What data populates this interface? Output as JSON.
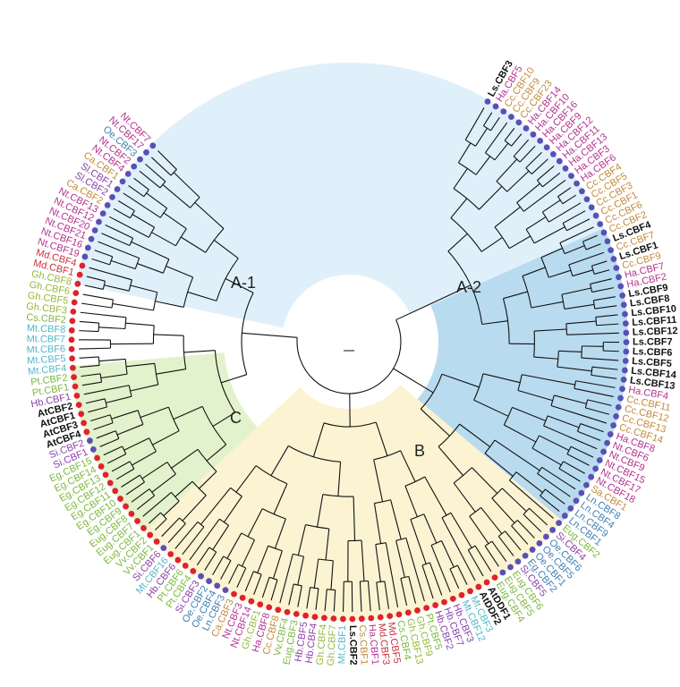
{
  "clade_labels": {
    "a1": "A-1",
    "a2": "A-2",
    "b": "B",
    "c": "C"
  },
  "colors": {
    "sector_a1": "#e0f0fa",
    "sector_a2": "#b9dbef",
    "sector_b": "#fbf3d2",
    "sector_c": "#e2f2cc",
    "dot_red": "#e0222b",
    "dot_blue": "#5b4fb5",
    "branch": "#111111"
  },
  "leaves": [
    {
      "text": "Ls.CBF3",
      "color": "#111111",
      "bold": true,
      "dot": "#5b4fb5"
    },
    {
      "text": "Ha.CBF5",
      "color": "#b3318f",
      "bold": false,
      "dot": "#5b4fb5"
    },
    {
      "text": "Cc.CBF10",
      "color": "#c28a3a",
      "bold": false,
      "dot": "#5b4fb5"
    },
    {
      "text": "Cc.CBF9",
      "color": "#c28a3a",
      "bold": false,
      "dot": "#5b4fb5"
    },
    {
      "text": "Cc.CBF23",
      "color": "#c28a3a",
      "bold": false,
      "dot": "#5b4fb5"
    },
    {
      "text": "Ha.CBF14",
      "color": "#b3318f",
      "bold": false,
      "dot": "#5b4fb5"
    },
    {
      "text": "Ha.CBF10",
      "color": "#b3318f",
      "bold": false,
      "dot": "#5b4fb5"
    },
    {
      "text": "Ha.CBF16",
      "color": "#b3318f",
      "bold": false,
      "dot": "#5b4fb5"
    },
    {
      "text": "Ha.CBF9",
      "color": "#b3318f",
      "bold": false,
      "dot": "#5b4fb5"
    },
    {
      "text": "Ha.CBF12",
      "color": "#b3318f",
      "bold": false,
      "dot": "#5b4fb5"
    },
    {
      "text": "Ha.CBF11",
      "color": "#b3318f",
      "bold": false,
      "dot": "#5b4fb5"
    },
    {
      "text": "Ha.CBF13",
      "color": "#b3318f",
      "bold": false,
      "dot": "#5b4fb5"
    },
    {
      "text": "Ha.CBF3",
      "color": "#b3318f",
      "bold": false,
      "dot": "#5b4fb5"
    },
    {
      "text": "Ha.CBF6",
      "color": "#b3318f",
      "bold": false,
      "dot": "#5b4fb5"
    },
    {
      "text": "Cc.CBF4",
      "color": "#c28a3a",
      "bold": false,
      "dot": "#5b4fb5"
    },
    {
      "text": "Cc.CBF5",
      "color": "#c28a3a",
      "bold": false,
      "dot": "#5b4fb5"
    },
    {
      "text": "Cc.CBF3",
      "color": "#c28a3a",
      "bold": false,
      "dot": "#5b4fb5"
    },
    {
      "text": "Cc.CBF1",
      "color": "#c28a3a",
      "bold": false,
      "dot": "#5b4fb5"
    },
    {
      "text": "Cc.CBF6",
      "color": "#c28a3a",
      "bold": false,
      "dot": "#5b4fb5"
    },
    {
      "text": "Cc.CBF2",
      "color": "#c28a3a",
      "bold": false,
      "dot": "#5b4fb5"
    },
    {
      "text": "Ls.CBF4",
      "color": "#111111",
      "bold": true,
      "dot": "#5b4fb5"
    },
    {
      "text": "Cc.CBF7",
      "color": "#c28a3a",
      "bold": false,
      "dot": "#5b4fb5"
    },
    {
      "text": "Ls.CBF1",
      "color": "#111111",
      "bold": true,
      "dot": "#5b4fb5"
    },
    {
      "text": "Cc.CBF9",
      "color": "#c28a3a",
      "bold": false,
      "dot": "#5b4fb5"
    },
    {
      "text": "Ha.CBF7",
      "color": "#b3318f",
      "bold": false,
      "dot": "#5b4fb5"
    },
    {
      "text": "Ha.CBF2",
      "color": "#b3318f",
      "bold": false,
      "dot": "#5b4fb5"
    },
    {
      "text": "Ls.CBF9",
      "color": "#111111",
      "bold": true,
      "dot": "#5b4fb5"
    },
    {
      "text": "Ls.CBF8",
      "color": "#111111",
      "bold": true,
      "dot": "#5b4fb5"
    },
    {
      "text": "Ls.CBF10",
      "color": "#111111",
      "bold": true,
      "dot": "#5b4fb5"
    },
    {
      "text": "Ls.CBF11",
      "color": "#111111",
      "bold": true,
      "dot": "#5b4fb5"
    },
    {
      "text": "Ls.CBF12",
      "color": "#111111",
      "bold": true,
      "dot": "#5b4fb5"
    },
    {
      "text": "Ls.CBF7",
      "color": "#111111",
      "bold": true,
      "dot": "#5b4fb5"
    },
    {
      "text": "Ls.CBF6",
      "color": "#111111",
      "bold": true,
      "dot": "#5b4fb5"
    },
    {
      "text": "Ls.CBF5",
      "color": "#111111",
      "bold": true,
      "dot": "#5b4fb5"
    },
    {
      "text": "Ls.CBF14",
      "color": "#111111",
      "bold": true,
      "dot": "#5b4fb5"
    },
    {
      "text": "Ls.CBF13",
      "color": "#111111",
      "bold": true,
      "dot": "#5b4fb5"
    },
    {
      "text": "Ha.CBF4",
      "color": "#b3318f",
      "bold": false,
      "dot": "#5b4fb5"
    },
    {
      "text": "Cc.CBF11",
      "color": "#c28a3a",
      "bold": false,
      "dot": "#5b4fb5"
    },
    {
      "text": "Cc.CBF12",
      "color": "#c28a3a",
      "bold": false,
      "dot": "#5b4fb5"
    },
    {
      "text": "Cc.CBF13",
      "color": "#c28a3a",
      "bold": false,
      "dot": "#5b4fb5"
    },
    {
      "text": "Cc.CBF14",
      "color": "#c28a3a",
      "bold": false,
      "dot": "#5b4fb5"
    },
    {
      "text": "Ha.CBF8",
      "color": "#b3318f",
      "bold": false,
      "dot": "#5b4fb5"
    },
    {
      "text": "Nt.CBF6",
      "color": "#b3318f",
      "bold": false,
      "dot": "#5b4fb5"
    },
    {
      "text": "Nt.CBF9",
      "color": "#b3318f",
      "bold": false,
      "dot": "#5b4fb5"
    },
    {
      "text": "Nt.CBF15",
      "color": "#b3318f",
      "bold": false,
      "dot": "#5b4fb5"
    },
    {
      "text": "Nt.CBF17",
      "color": "#b3318f",
      "bold": false,
      "dot": "#5b4fb5"
    },
    {
      "text": "Nt.CBF18",
      "color": "#b3318f",
      "bold": false,
      "dot": "#5b4fb5"
    },
    {
      "text": "Sa.CBF1",
      "color": "#c28a3a",
      "bold": false,
      "dot": "#5b4fb5"
    },
    {
      "text": "Ln.CBF8",
      "color": "#3f7fb5",
      "bold": false,
      "dot": "#5b4fb5"
    },
    {
      "text": "Ln.CBF4",
      "color": "#3f7fb5",
      "bold": false,
      "dot": "#5b4fb5"
    },
    {
      "text": "Ln.CBF9",
      "color": "#3f7fb5",
      "bold": false,
      "dot": "#5b4fb5"
    },
    {
      "text": "Ln.CBF1",
      "color": "#3f7fb5",
      "bold": false,
      "dot": "#5b4fb5"
    },
    {
      "text": "Eug.CBF2",
      "color": "#7ab83a",
      "bold": false,
      "dot": "#5b4fb5"
    },
    {
      "text": "Si.CBF4",
      "color": "#8a3fa8",
      "bold": false,
      "dot": "#5b4fb5"
    },
    {
      "text": "Oe.CBF6",
      "color": "#3f7fb5",
      "bold": false,
      "dot": "#5b4fb5"
    },
    {
      "text": "Oe.CBF5",
      "color": "#3f7fb5",
      "bold": false,
      "dot": "#5b4fb5"
    },
    {
      "text": "Oe.CBF1",
      "color": "#3f7fb5",
      "bold": false,
      "dot": "#5b4fb5"
    },
    {
      "text": "Eg.CBF2",
      "color": "#3f7fb5",
      "bold": false,
      "dot": "#5b4fb5"
    },
    {
      "text": "Si.CBF5",
      "color": "#8a3fa8",
      "bold": false,
      "dot": "#5b4fb5"
    },
    {
      "text": "Eug.CBF6",
      "color": "#7ab83a",
      "bold": false,
      "dot": "#5b4fb5"
    },
    {
      "text": "Eug.CBF5",
      "color": "#7ab83a",
      "bold": false,
      "dot": "#5b4fb5"
    },
    {
      "text": "Eug.CBF4",
      "color": "#7ab83a",
      "bold": false,
      "dot": "#e0222b"
    },
    {
      "text": "AtDDF1",
      "color": "#111111",
      "bold": true,
      "dot": "#e0222b"
    },
    {
      "text": "AtDDF2",
      "color": "#111111",
      "bold": true,
      "dot": "#e0222b"
    },
    {
      "text": "Mt.CBF3",
      "color": "#4fb8c8",
      "bold": false,
      "dot": "#e0222b"
    },
    {
      "text": "Mt.CBF12",
      "color": "#4fb8c8",
      "bold": false,
      "dot": "#e0222b"
    },
    {
      "text": "Hb.CBF3",
      "color": "#8a3fa8",
      "bold": false,
      "dot": "#e0222b"
    },
    {
      "text": "Hb.CBF7",
      "color": "#8a3fa8",
      "bold": false,
      "dot": "#e0222b"
    },
    {
      "text": "Hb.CBF2",
      "color": "#8a3fa8",
      "bold": false,
      "dot": "#e0222b"
    },
    {
      "text": "Pt.CBF5",
      "color": "#7ab83a",
      "bold": false,
      "dot": "#e0222b"
    },
    {
      "text": "Gh.CBF9",
      "color": "#9ab83a",
      "bold": false,
      "dot": "#e0222b"
    },
    {
      "text": "Gh.CBF13",
      "color": "#9ab83a",
      "bold": false,
      "dot": "#e0222b"
    },
    {
      "text": "Cs.CBF4",
      "color": "#7ab83a",
      "bold": false,
      "dot": "#e0222b"
    },
    {
      "text": "Md.CBF5",
      "color": "#c8323c",
      "bold": false,
      "dot": "#e0222b"
    },
    {
      "text": "Md.CBF3",
      "color": "#c8323c",
      "bold": false,
      "dot": "#e0222b"
    },
    {
      "text": "Ha.CBF1",
      "color": "#b3318f",
      "bold": false,
      "dot": "#e0222b"
    },
    {
      "text": "Cs.CBF1",
      "color": "#c28a3a",
      "bold": false,
      "dot": "#e0222b"
    },
    {
      "text": "Ls.CBF2",
      "color": "#111111",
      "bold": true,
      "dot": "#e0222b"
    },
    {
      "text": "Mt.CBF1",
      "color": "#4fb8c8",
      "bold": false,
      "dot": "#e0222b"
    },
    {
      "text": "Gh.CBF7",
      "color": "#9ab83a",
      "bold": false,
      "dot": "#e0222b"
    },
    {
      "text": "Gh.CBF4",
      "color": "#9ab83a",
      "bold": false,
      "dot": "#e0222b"
    },
    {
      "text": "Hb.CBF4",
      "color": "#8a3fa8",
      "bold": false,
      "dot": "#e0222b"
    },
    {
      "text": "Hb.CBF5",
      "color": "#8a3fa8",
      "bold": false,
      "dot": "#e0222b"
    },
    {
      "text": "Eug.CBF3",
      "color": "#7ab83a",
      "bold": false,
      "dot": "#e0222b"
    },
    {
      "text": "Vv.CBF4",
      "color": "#7ab83a",
      "bold": false,
      "dot": "#e0222b"
    },
    {
      "text": "Cc.CBF8",
      "color": "#c28a3a",
      "bold": false,
      "dot": "#e0222b"
    },
    {
      "text": "Ha.CBF8",
      "color": "#b3318f",
      "bold": false,
      "dot": "#e0222b"
    },
    {
      "text": "Gh.CBF1",
      "color": "#9ab83a",
      "bold": false,
      "dot": "#e0222b"
    },
    {
      "text": "Nt.CBF14",
      "color": "#b3318f",
      "bold": false,
      "dot": "#e0222b"
    },
    {
      "text": "Nt.CBF3",
      "color": "#b3318f",
      "bold": false,
      "dot": "#e0222b"
    },
    {
      "text": "Ca.CBF3",
      "color": "#c28a3a",
      "bold": false,
      "dot": "#e0222b"
    },
    {
      "text": "Ln.CBF3",
      "color": "#3f7fb5",
      "bold": false,
      "dot": "#5b4fb5"
    },
    {
      "text": "Oe.CBF4",
      "color": "#3f7fb5",
      "bold": false,
      "dot": "#5b4fb5"
    },
    {
      "text": "Oe.CBF2",
      "color": "#3f7fb5",
      "bold": false,
      "dot": "#5b4fb5"
    },
    {
      "text": "Si.CBF3",
      "color": "#8a3fa8",
      "bold": false,
      "dot": "#5b4fb5"
    },
    {
      "text": "Pt.CBF4",
      "color": "#7ab83a",
      "bold": false,
      "dot": "#e0222b"
    },
    {
      "text": "Pt.CBF6",
      "color": "#7ab83a",
      "bold": false,
      "dot": "#e0222b"
    },
    {
      "text": "Hb.CBF6",
      "color": "#8a3fa8",
      "bold": false,
      "dot": "#e0222b"
    },
    {
      "text": "Mt.CBF16",
      "color": "#4fb8c8",
      "bold": false,
      "dot": "#e0222b"
    },
    {
      "text": "Si.CBF6",
      "color": "#8a3fa8",
      "bold": false,
      "dot": "#5b4fb5"
    },
    {
      "text": "Vv.CBF1",
      "color": "#7ab83a",
      "bold": false,
      "dot": "#e0222b"
    },
    {
      "text": "Vv.CBF2",
      "color": "#7ab83a",
      "bold": false,
      "dot": "#e0222b"
    },
    {
      "text": "Eug.CBF1",
      "color": "#7ab83a",
      "bold": false,
      "dot": "#e0222b"
    },
    {
      "text": "Eug.CBF7",
      "color": "#7ab83a",
      "bold": false,
      "dot": "#e0222b"
    },
    {
      "text": "Eug.CBF8",
      "color": "#7ab83a",
      "bold": false,
      "dot": "#e0222b"
    },
    {
      "text": "Eg.CBF9",
      "color": "#7ab83a",
      "bold": false,
      "dot": "#e0222b"
    },
    {
      "text": "Eg.CBF10",
      "color": "#7ab83a",
      "bold": false,
      "dot": "#e0222b"
    },
    {
      "text": "Eg.CBF11",
      "color": "#7ab83a",
      "bold": false,
      "dot": "#e0222b"
    },
    {
      "text": "Eg.CBF12",
      "color": "#7ab83a",
      "bold": false,
      "dot": "#e0222b"
    },
    {
      "text": "Eg.CBF13",
      "color": "#7ab83a",
      "bold": false,
      "dot": "#e0222b"
    },
    {
      "text": "Eg.CBF14",
      "color": "#7ab83a",
      "bold": false,
      "dot": "#e0222b"
    },
    {
      "text": "Eg.CBF15",
      "color": "#7ab83a",
      "bold": false,
      "dot": "#e0222b"
    },
    {
      "text": "Si.CBF1",
      "color": "#8a3fa8",
      "bold": false,
      "dot": "#5b4fb5"
    },
    {
      "text": "Si.CBF2",
      "color": "#8a3fa8",
      "bold": false,
      "dot": "#5b4fb5"
    },
    {
      "text": "AtCBF4",
      "color": "#111111",
      "bold": true,
      "dot": "#e0222b"
    },
    {
      "text": "AtCBF3",
      "color": "#111111",
      "bold": true,
      "dot": "#e0222b"
    },
    {
      "text": "AtCBF1",
      "color": "#111111",
      "bold": true,
      "dot": "#e0222b"
    },
    {
      "text": "AtCBF2",
      "color": "#111111",
      "bold": true,
      "dot": "#e0222b"
    },
    {
      "text": "Hb.CBF1",
      "color": "#8a3fa8",
      "bold": false,
      "dot": "#e0222b"
    },
    {
      "text": "Pt.CBF1",
      "color": "#7ab83a",
      "bold": false,
      "dot": "#e0222b"
    },
    {
      "text": "Pt.CBF2",
      "color": "#7ab83a",
      "bold": false,
      "dot": "#e0222b"
    },
    {
      "text": "Mt.CBF4",
      "color": "#4fb8c8",
      "bold": false,
      "dot": "#e0222b"
    },
    {
      "text": "Mt.CBF5",
      "color": "#4fb8c8",
      "bold": false,
      "dot": "#e0222b"
    },
    {
      "text": "Mt.CBF6",
      "color": "#4fb8c8",
      "bold": false,
      "dot": "#e0222b"
    },
    {
      "text": "Mt.CBF7",
      "color": "#4fb8c8",
      "bold": false,
      "dot": "#e0222b"
    },
    {
      "text": "Mt.CBF8",
      "color": "#4fb8c8",
      "bold": false,
      "dot": "#e0222b"
    },
    {
      "text": "Cs.CBF2",
      "color": "#7ab83a",
      "bold": false,
      "dot": "#e0222b"
    },
    {
      "text": "Gh.CBF3",
      "color": "#9ab83a",
      "bold": false,
      "dot": "#e0222b"
    },
    {
      "text": "Gh.CBF5",
      "color": "#9ab83a",
      "bold": false,
      "dot": "#e0222b"
    },
    {
      "text": "Gh.CBF6",
      "color": "#9ab83a",
      "bold": false,
      "dot": "#e0222b"
    },
    {
      "text": "Gh.CBF8",
      "color": "#9ab83a",
      "bold": false,
      "dot": "#e0222b"
    },
    {
      "text": "Md.CBF1",
      "color": "#c8323c",
      "bold": false,
      "dot": "#e0222b"
    },
    {
      "text": "Md.CBF4",
      "color": "#c8323c",
      "bold": false,
      "dot": "#e0222b"
    },
    {
      "text": "Nt.CBF19",
      "color": "#b3318f",
      "bold": false,
      "dot": "#5b4fb5"
    },
    {
      "text": "Nt.CBF16",
      "color": "#b3318f",
      "bold": false,
      "dot": "#5b4fb5"
    },
    {
      "text": "Nt.CBF21",
      "color": "#b3318f",
      "bold": false,
      "dot": "#5b4fb5"
    },
    {
      "text": "Nt.CBF20",
      "color": "#b3318f",
      "bold": false,
      "dot": "#5b4fb5"
    },
    {
      "text": "Nt.CBF12",
      "color": "#b3318f",
      "bold": false,
      "dot": "#5b4fb5"
    },
    {
      "text": "Nt.CBF13",
      "color": "#b3318f",
      "bold": false,
      "dot": "#5b4fb5"
    },
    {
      "text": "Ca.CBF2",
      "color": "#c28a3a",
      "bold": false,
      "dot": "#5b4fb5"
    },
    {
      "text": "Sl.CBF2",
      "color": "#8a3fa8",
      "bold": false,
      "dot": "#5b4fb5"
    },
    {
      "text": "Sl.CBF1",
      "color": "#8a3fa8",
      "bold": false,
      "dot": "#5b4fb5"
    },
    {
      "text": "Ca.CBF1",
      "color": "#c28a3a",
      "bold": false,
      "dot": "#5b4fb5"
    },
    {
      "text": "Nt.CBF4",
      "color": "#b3318f",
      "bold": false,
      "dot": "#5b4fb5"
    },
    {
      "text": "Nt.CBF2",
      "color": "#b3318f",
      "bold": false,
      "dot": "#5b4fb5"
    },
    {
      "text": "Oe.CBF3",
      "color": "#3f7fb5",
      "bold": false,
      "dot": "#5b4fb5"
    },
    {
      "text": "Nt.CBF17",
      "color": "#b3318f",
      "bold": false,
      "dot": "#5b4fb5"
    },
    {
      "text": "Nt.CBF7",
      "color": "#b3318f",
      "bold": false,
      "dot": "#5b4fb5"
    }
  ]
}
